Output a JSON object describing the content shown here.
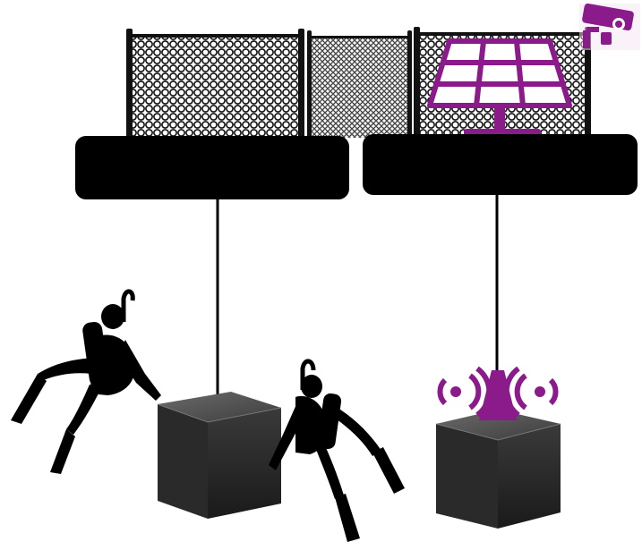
{
  "colors": {
    "accent": "#8b1a8b",
    "frame": "#000000",
    "cube_top": "#5a5a5a",
    "cube_left": "#2e2e2e",
    "cube_right": "#1f1f1f",
    "background": "#ffffff"
  },
  "diagram": {
    "fence_sections": 3,
    "platforms": 2,
    "cubes": 2,
    "divers": 2,
    "icons": [
      "cctv-camera-icon",
      "solar-panel-icon",
      "beacon-signal-icon",
      "scuba-diver-icon"
    ]
  }
}
